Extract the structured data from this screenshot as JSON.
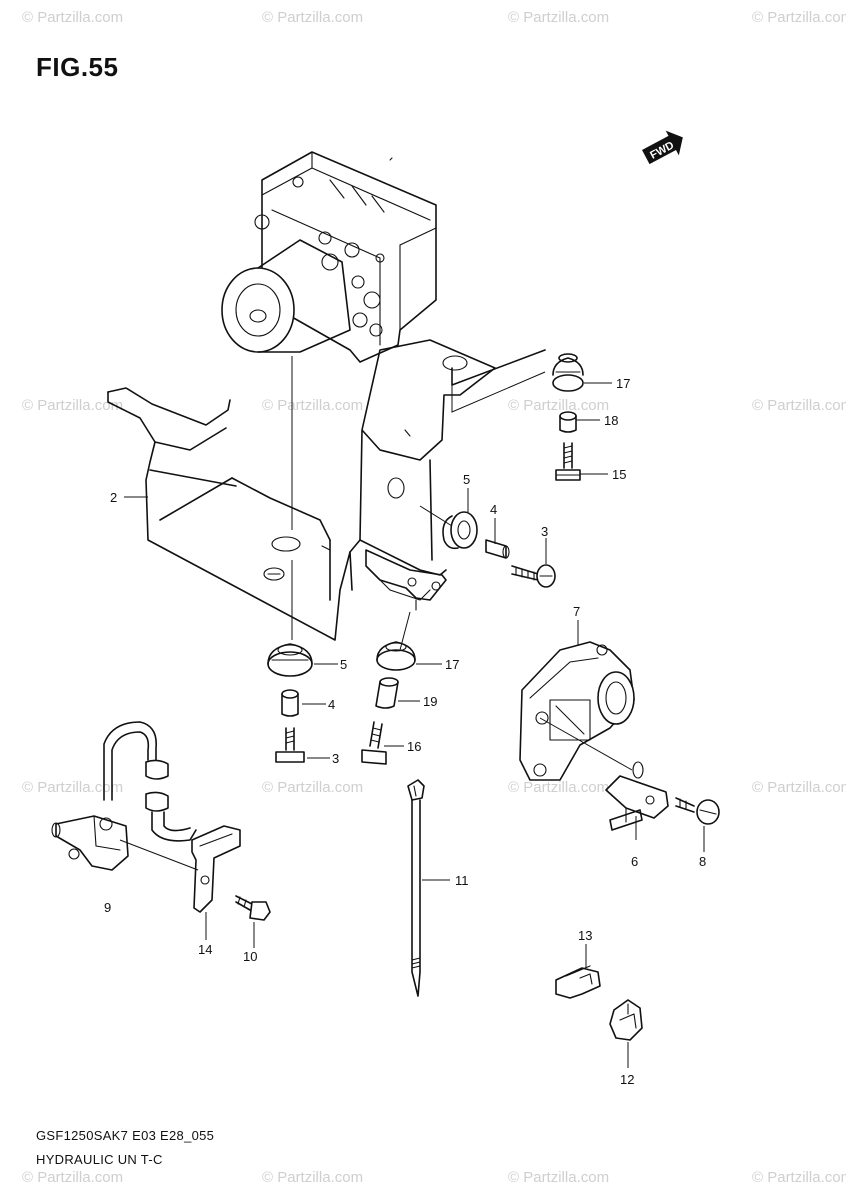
{
  "figure": {
    "title": "FIG.55",
    "model_code": "GSF1250SAK7 E03 E28_055",
    "section_name": "HYDRAULIC UN T-C",
    "direction_marker": "FWD"
  },
  "watermark": {
    "text": "© Partzilla.com",
    "color": "#cfcfcf"
  },
  "callouts": [
    {
      "id": "c2",
      "label": "2"
    },
    {
      "id": "c3a",
      "label": "3"
    },
    {
      "id": "c3b",
      "label": "3"
    },
    {
      "id": "c4a",
      "label": "4"
    },
    {
      "id": "c4b",
      "label": "4"
    },
    {
      "id": "c5a",
      "label": "5"
    },
    {
      "id": "c5b",
      "label": "5"
    },
    {
      "id": "c6",
      "label": "6"
    },
    {
      "id": "c7",
      "label": "7"
    },
    {
      "id": "c8",
      "label": "8"
    },
    {
      "id": "c9",
      "label": "9"
    },
    {
      "id": "c10",
      "label": "10"
    },
    {
      "id": "c11",
      "label": "11"
    },
    {
      "id": "c12",
      "label": "12"
    },
    {
      "id": "c13",
      "label": "13"
    },
    {
      "id": "c14",
      "label": "14"
    },
    {
      "id": "c15",
      "label": "15"
    },
    {
      "id": "c16",
      "label": "16"
    },
    {
      "id": "c17a",
      "label": "17"
    },
    {
      "id": "c17b",
      "label": "17"
    },
    {
      "id": "c18",
      "label": "18"
    },
    {
      "id": "c19",
      "label": "19"
    }
  ]
}
